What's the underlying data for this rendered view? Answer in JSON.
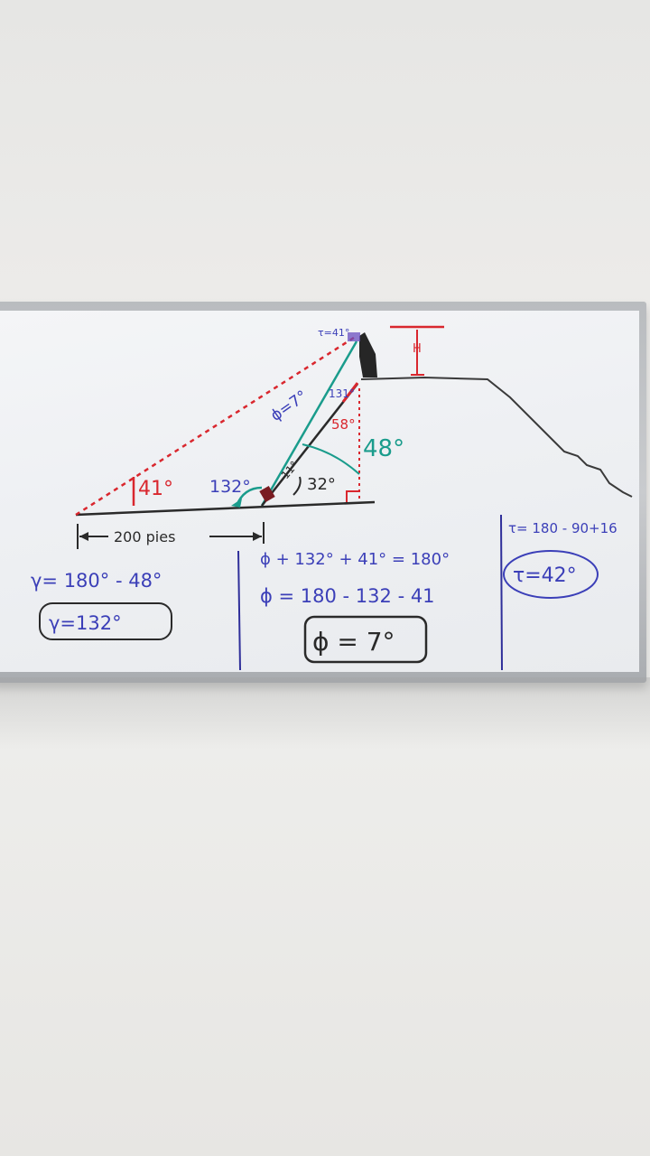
{
  "board": {
    "labels": {
      "tau_top": "τ=41°",
      "phi_line": "ϕ=7°",
      "angle_131": "131°",
      "angle_58": "58°",
      "angle_48": "48°",
      "angle_41": "41°",
      "angle_132": "132°",
      "angle_32": "32°",
      "angle_11": "11°",
      "height_h": "H",
      "distance": "200 pies"
    },
    "left_work": {
      "line1": "γ= 180° - 48°",
      "line2": "γ=132°"
    },
    "middle_work": {
      "line1": "ϕ + 132° + 41° = 180°",
      "line2": "ϕ = 180 - 132 - 41",
      "line3": "ϕ = 7°"
    },
    "right_work": {
      "line1": "τ= 180 - 90+16",
      "line2": "τ=42°"
    }
  },
  "colors": {
    "wall": "#ebebe9",
    "board": "#eff1f4",
    "frame": "#b9bcbf",
    "ink_red": "#d9272e",
    "ink_blue": "#3b3fb8",
    "ink_teal": "#1a9c8c",
    "ink_black": "#2a2a2a",
    "ink_purple": "#6a4fc0"
  }
}
